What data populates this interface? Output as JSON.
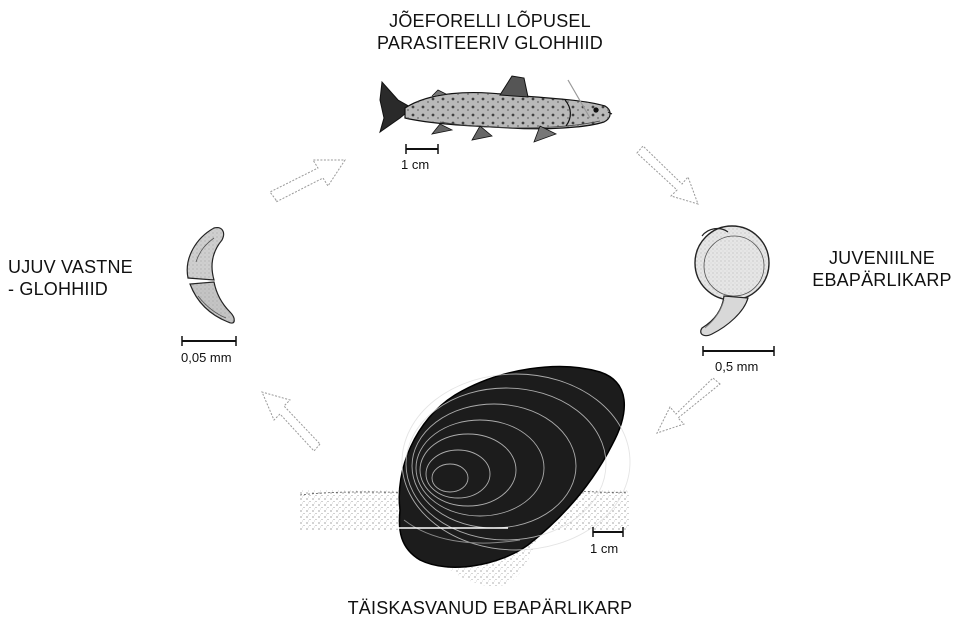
{
  "stages": {
    "fish": {
      "line1": "JÕEFORELLI LÕPUSEL",
      "line2": "PARASITEERIV GLOHHIID",
      "scale": "1 cm"
    },
    "juvenile": {
      "line1": "JUVENIILNE",
      "line2": "EBAPÄRLIKARP",
      "scale": "0,5 mm"
    },
    "adult": {
      "line1": "TÄISKASVANUD EBAPÄRLIKARP",
      "scale": "1 cm"
    },
    "larva": {
      "line1": "UJUV VASTNE",
      "line2": "- GLOHHIID",
      "scale": "0,05 mm"
    }
  }
}
